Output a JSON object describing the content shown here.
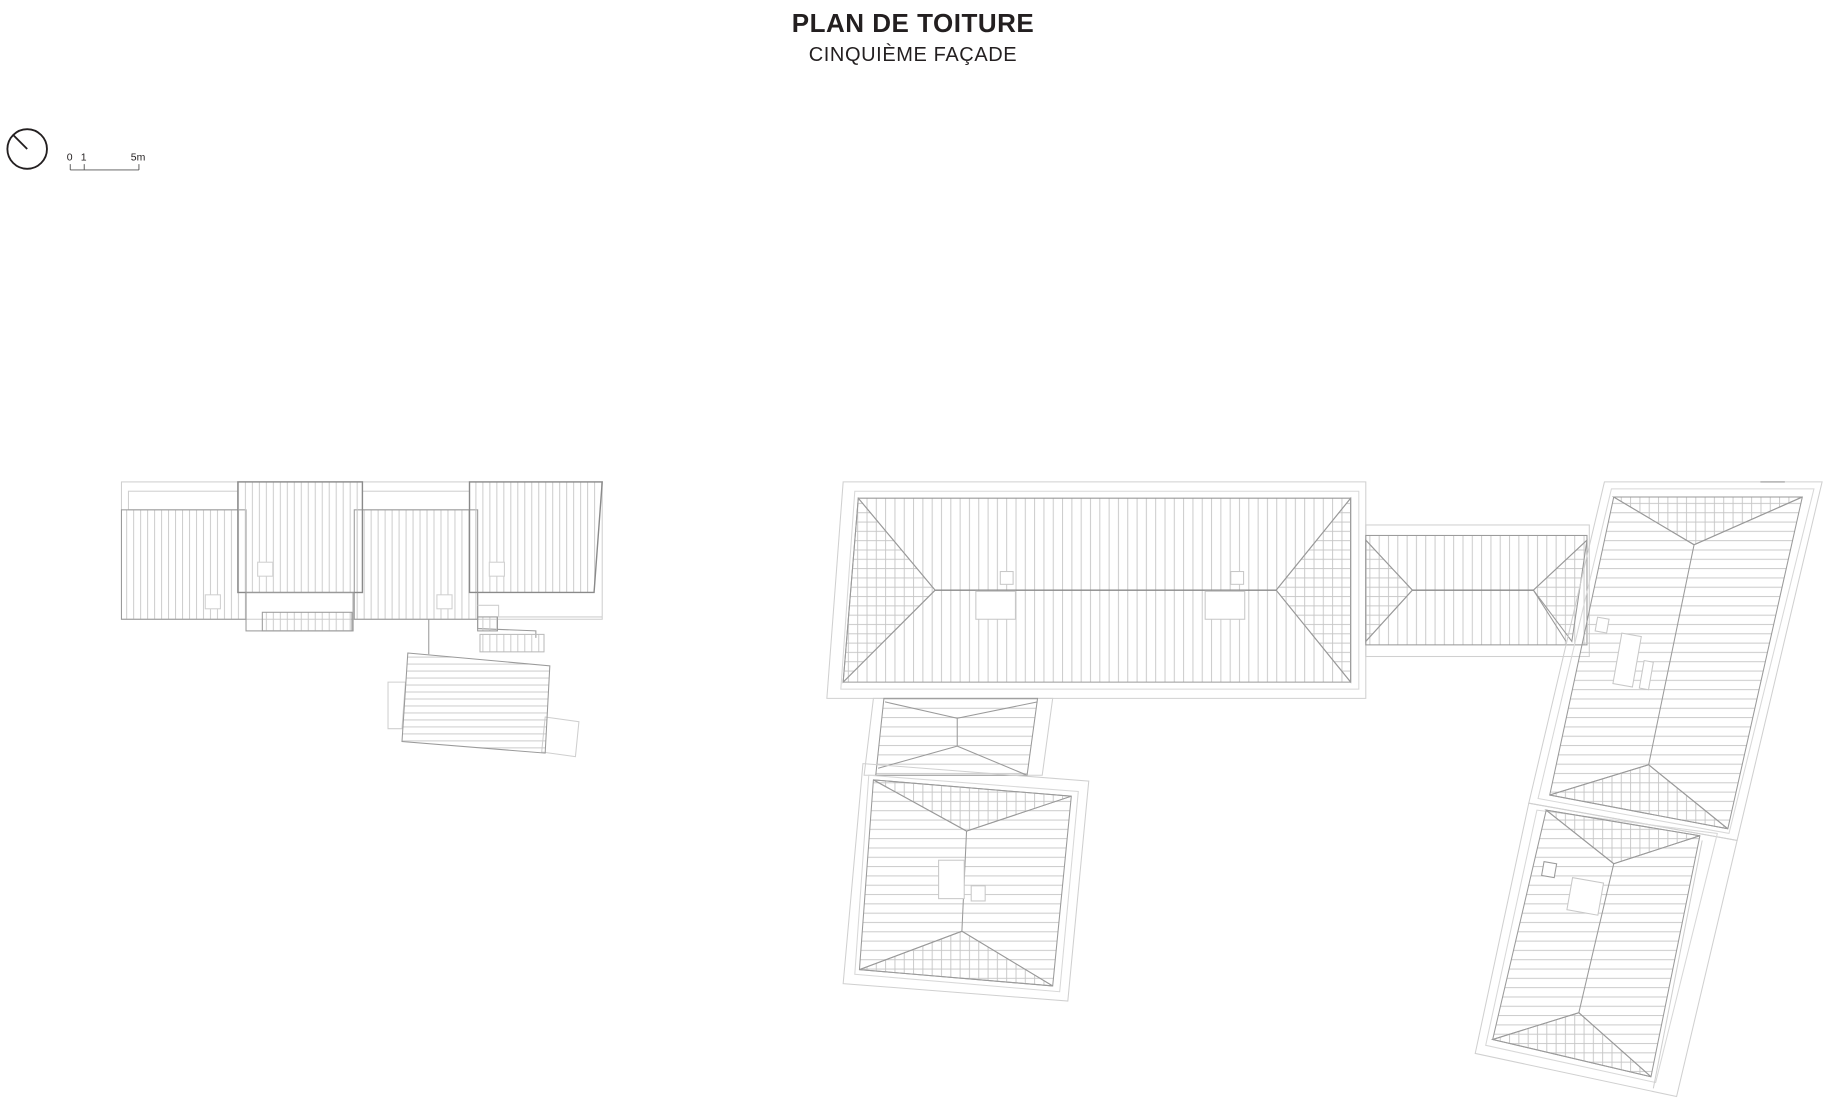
{
  "header": {
    "title": "PLAN DE TOITURE",
    "subtitle": "CINQUIÈME FAÇADE"
  },
  "legend": {
    "north_arrow_icon": "north-arrow-icon",
    "scale_bar": {
      "ticks": [
        "0",
        "1",
        "5m"
      ]
    }
  },
  "drawing": {
    "type": "roof-plan",
    "line_color": "#9a9a9a",
    "hatch_color": "#c8c8c8",
    "buildings": [
      {
        "name": "west-building-row",
        "roofs": 4
      },
      {
        "name": "west-annex",
        "roofs": 1
      },
      {
        "name": "main-hip-roof",
        "roofs": 1
      },
      {
        "name": "connector-wing",
        "roofs": 1
      },
      {
        "name": "south-wing-small",
        "roofs": 2
      },
      {
        "name": "east-wing-long",
        "roofs": 2
      }
    ]
  }
}
